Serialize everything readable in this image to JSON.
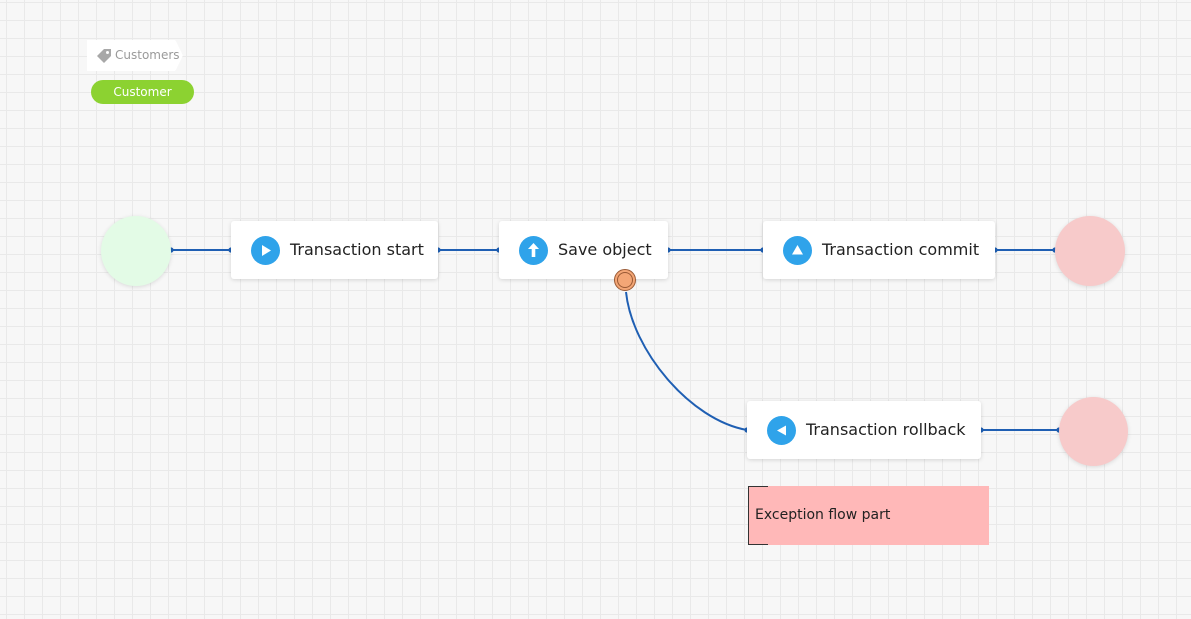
{
  "tags": {
    "group_label": "Customers",
    "entity_label": "Customer"
  },
  "tasks": {
    "transaction_start": {
      "label": "Transaction start",
      "icon": "play-icon"
    },
    "save_object": {
      "label": "Save object",
      "icon": "arrow-up-icon"
    },
    "transaction_commit": {
      "label": "Transaction commit",
      "icon": "triangle-up-icon"
    },
    "transaction_rollback": {
      "label": "Transaction rollback",
      "icon": "triangle-left-icon"
    }
  },
  "annotation": {
    "text": "Exception flow part"
  },
  "colors": {
    "connector": "#1f5fb3",
    "task_icon": "#2fa3ea",
    "start_event": "#e3fbe6",
    "end_event": "#f7caca",
    "entity_pill": "#8cd231",
    "annotation_fill": "#ffb8b8",
    "boundary_event": "#f3a676"
  }
}
